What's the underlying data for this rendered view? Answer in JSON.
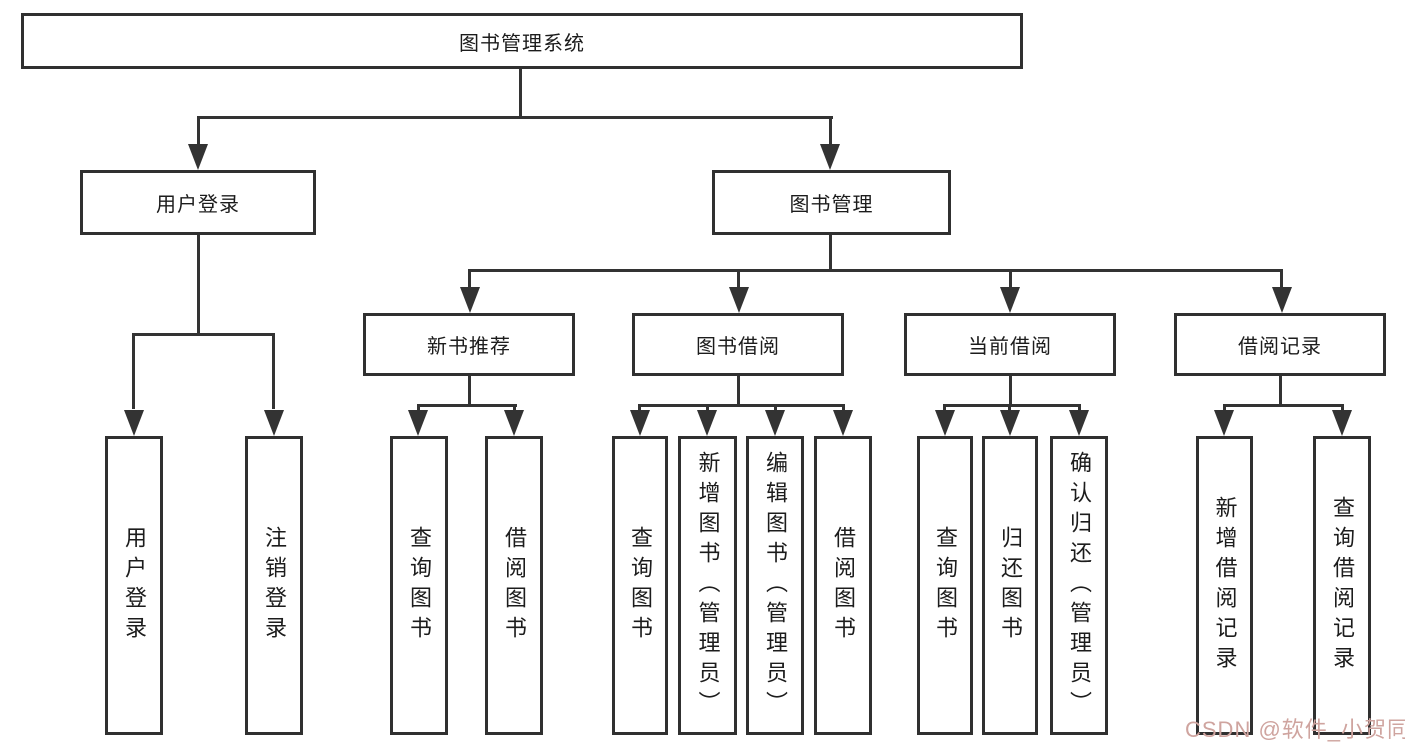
{
  "tree": {
    "root": {
      "label": "图书管理系统"
    },
    "branches": [
      {
        "label": "用户登录",
        "children": [
          {
            "label": "用户登录"
          },
          {
            "label": "注销登录"
          }
        ]
      },
      {
        "label": "图书管理",
        "children": [
          {
            "label": "新书推荐",
            "children": [
              {
                "label": "查询图书"
              },
              {
                "label": "借阅图书"
              }
            ]
          },
          {
            "label": "图书借阅",
            "children": [
              {
                "label": "查询图书"
              },
              {
                "label": "新增图书（管理员）"
              },
              {
                "label": "编辑图书（管理员）"
              },
              {
                "label": "借阅图书"
              }
            ]
          },
          {
            "label": "当前借阅",
            "children": [
              {
                "label": "查询图书"
              },
              {
                "label": "归还图书"
              },
              {
                "label": "确认归还（管理员）"
              }
            ]
          },
          {
            "label": "借阅记录",
            "children": [
              {
                "label": "新增借阅记录"
              },
              {
                "label": "查询借阅记录"
              }
            ]
          }
        ]
      }
    ]
  },
  "watermark": {
    "text": "CSDN @软件_小贺同学"
  },
  "colors": {
    "line": "#333333",
    "border": "#303030",
    "text": "#1c1c1c",
    "background": "#ffffff",
    "watermark": "#cfa49f"
  }
}
